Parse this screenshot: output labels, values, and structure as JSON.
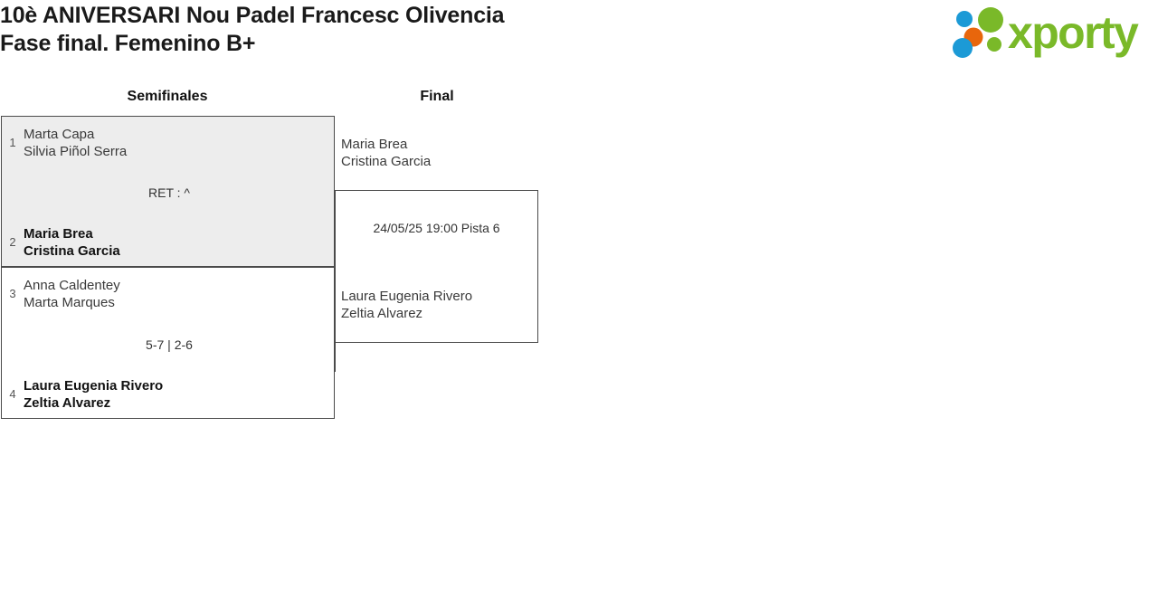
{
  "header": {
    "title_line1": "10è ANIVERSARI Nou Padel Francesc Olivencia",
    "title_line2": "Fase final. Femenino B+",
    "logo": {
      "wordmark": "xporty",
      "green": "#7AB929",
      "blue": "#1C9AD6",
      "orange": "#E8660C"
    }
  },
  "bracket": {
    "rounds": [
      {
        "label": "Semifinales"
      },
      {
        "label": "Final"
      }
    ],
    "semifinals": [
      {
        "score": "RET : ^",
        "teams": [
          {
            "seed": "1",
            "winner": false,
            "players": [
              "Marta Capa",
              "Silvia Piñol Serra"
            ]
          },
          {
            "seed": "2",
            "winner": true,
            "players": [
              "Maria Brea",
              "Cristina Garcia"
            ]
          }
        ]
      },
      {
        "score": "5-7 | 2-6",
        "teams": [
          {
            "seed": "3",
            "winner": false,
            "players": [
              "Anna Caldentey",
              "Marta Marques"
            ]
          },
          {
            "seed": "4",
            "winner": true,
            "players": [
              "Laura Eugenia Rivero",
              "Zeltia Alvarez"
            ]
          }
        ]
      }
    ],
    "final": {
      "schedule": "24/05/25 19:00 Pista 6",
      "teams": [
        {
          "seed": "",
          "winner": false,
          "players": [
            "Maria Brea",
            "Cristina Garcia"
          ]
        },
        {
          "seed": "",
          "winner": false,
          "players": [
            "Laura Eugenia Rivero",
            "Zeltia Alvarez"
          ]
        }
      ]
    }
  }
}
